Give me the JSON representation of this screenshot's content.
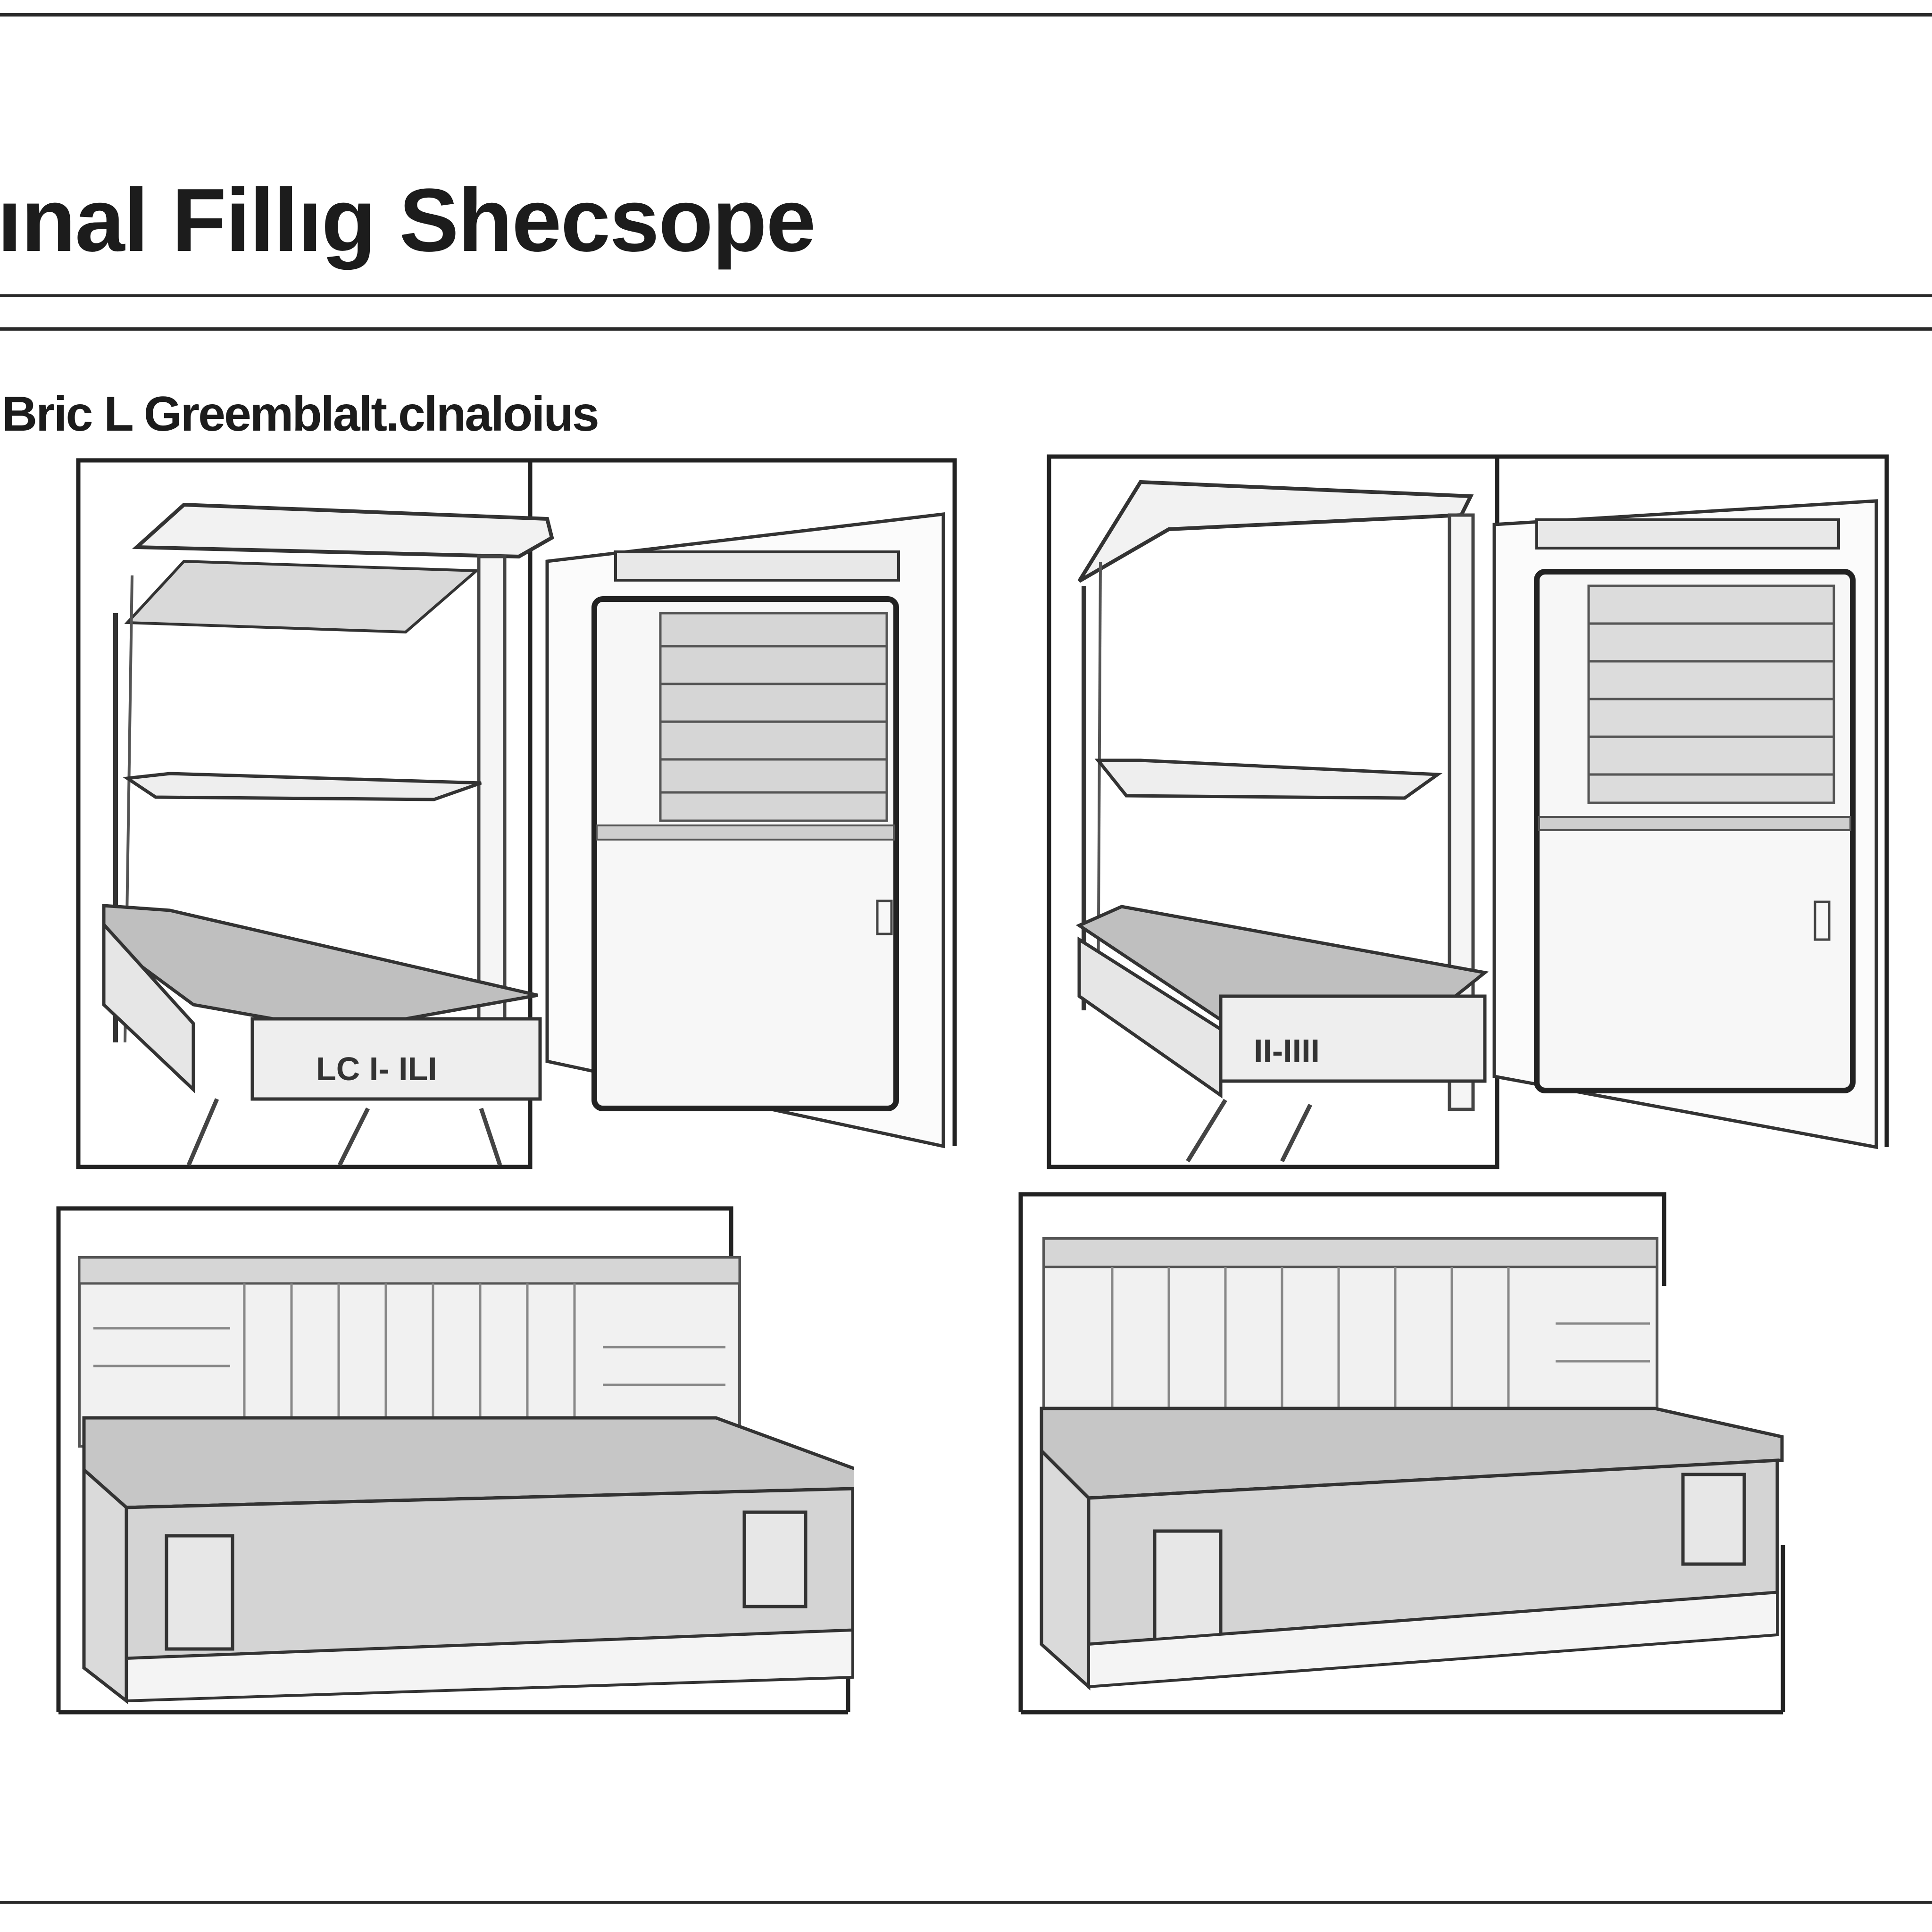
{
  "document": {
    "title": "ınal Fillıg Shecsope",
    "subtitle": "Bric L Greemblalt.clnaloius"
  },
  "figures": [
    {
      "kind": "open-cabinet-illustration",
      "drawer_label": "LC I- ILI"
    },
    {
      "kind": "open-cabinet-illustration",
      "drawer_label": "II-IIII"
    },
    {
      "kind": "storage-bench-illustration"
    },
    {
      "kind": "storage-bench-illustration"
    }
  ],
  "colors": {
    "ink": "#1c1c1c",
    "line": "#2a2a2a",
    "paper": "#ffffff",
    "shade": "#c9c9c9",
    "light_shade": "#e2e2e2"
  }
}
